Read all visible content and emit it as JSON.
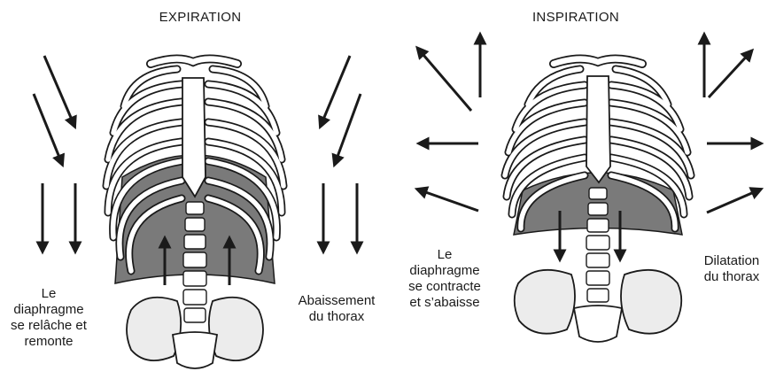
{
  "panels": {
    "expiration": {
      "title": "EXPIRATION",
      "caption_left": "Le\ndiaphragme\nse relâche et\nremonte",
      "caption_right": "Abaissement\ndu thorax"
    },
    "inspiration": {
      "title": "INSPIRATION",
      "caption_left": "Le\ndiaphragme\nse contracte\net s’abaisse",
      "caption_right": "Dilatation\ndu thorax"
    }
  },
  "colors": {
    "bone": "#ffffff",
    "bone_outline": "#1a1a1a",
    "muscle": "#7a7a7a",
    "pelvis": "#ececec",
    "arrow": "#1a1a1a"
  }
}
